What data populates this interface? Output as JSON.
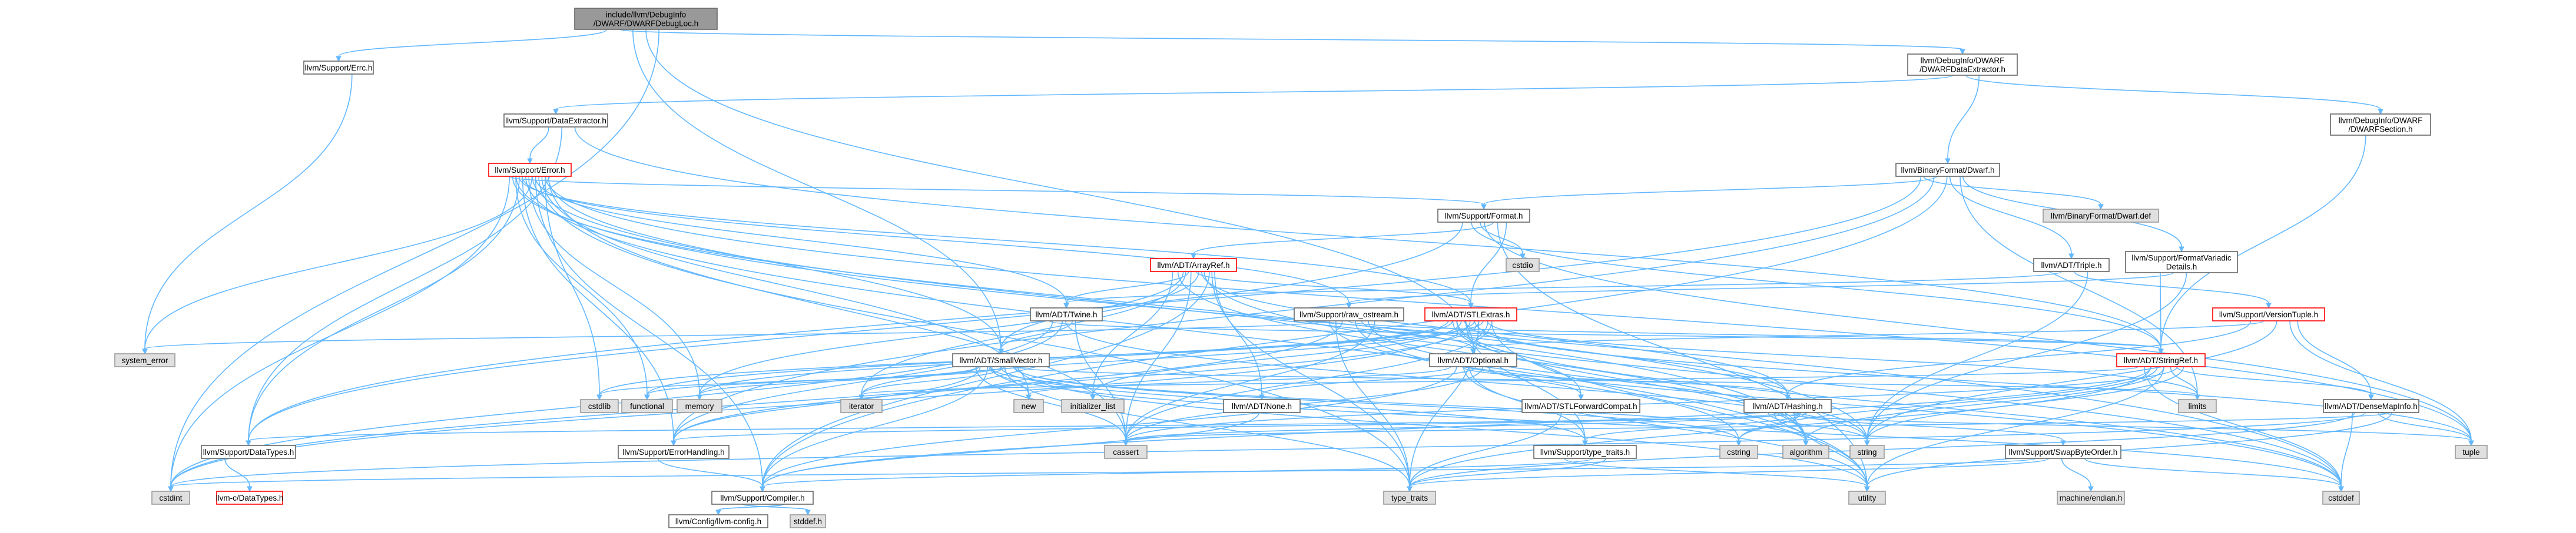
{
  "nodes": {
    "root": [
      "include/llvm/DebugInfo",
      "/DWARF/DWARFDebugLoc.h"
    ],
    "err_h": [
      "llvm/Support/Errc.h"
    ],
    "dwarf_data_extractor": [
      "llvm/DebugInfo/DWARF",
      "/DWARFDataExtractor.h"
    ],
    "data_extractor": [
      "llvm/Support/DataExtractor.h"
    ],
    "dwarf_section": [
      "llvm/DebugInfo/DWARF",
      "/DWARFSection.h"
    ],
    "error_h": [
      "llvm/Support/Error.h"
    ],
    "dwarf_h": [
      "llvm/BinaryFormat/Dwarf.h"
    ],
    "dwarf_def": [
      "llvm/BinaryFormat/Dwarf.def"
    ],
    "format_h": [
      "llvm/Support/Format.h"
    ],
    "cstdio": [
      "cstdio"
    ],
    "arrayref": [
      "llvm/ADT/ArrayRef.h"
    ],
    "triple": [
      "llvm/ADT/Triple.h"
    ],
    "format_variadic": [
      "llvm/Support/FormatVariadic",
      "Details.h"
    ],
    "twine": [
      "llvm/ADT/Twine.h"
    ],
    "raw_ostream": [
      "llvm/Support/raw_ostream.h"
    ],
    "stlextras": [
      "llvm/ADT/STLExtras.h"
    ],
    "version_tuple": [
      "llvm/Support/VersionTuple.h"
    ],
    "system_error": [
      "system_error"
    ],
    "smallvector": [
      "llvm/ADT/SmallVector.h"
    ],
    "optional": [
      "llvm/ADT/Optional.h"
    ],
    "stringref": [
      "llvm/ADT/StringRef.h"
    ],
    "cstdlib": [
      "cstdlib"
    ],
    "functional": [
      "functional"
    ],
    "memory": [
      "memory"
    ],
    "iterator": [
      "iterator"
    ],
    "new": [
      "new"
    ],
    "initializer_list": [
      "initializer_list"
    ],
    "none": [
      "llvm/ADT/None.h"
    ],
    "stlforward": [
      "llvm/ADT/STLForwardCompat.h"
    ],
    "hashing": [
      "llvm/ADT/Hashing.h"
    ],
    "limits": [
      "limits"
    ],
    "densemapinfo": [
      "llvm/ADT/DenseMapInfo.h"
    ],
    "datatypes": [
      "llvm/Support/DataTypes.h"
    ],
    "error_handling": [
      "llvm/Support/ErrorHandling.h"
    ],
    "cassert": [
      "cassert"
    ],
    "cstring": [
      "cstring"
    ],
    "algorithm": [
      "algorithm"
    ],
    "string": [
      "string"
    ],
    "swapbyteorder": [
      "llvm/Support/SwapByteOrder.h"
    ],
    "type_traits_h": [
      "llvm/Support/type_traits.h"
    ],
    "tuple": [
      "tuple"
    ],
    "llvmc_datatypes": [
      "llvm-c/DataTypes.h"
    ],
    "cstdint": [
      "cstdint"
    ],
    "compiler": [
      "llvm/Support/Compiler.h"
    ],
    "type_traits": [
      "type_traits"
    ],
    "utility": [
      "utility"
    ],
    "cstddef": [
      "cstddef"
    ],
    "machine_endian": [
      "machine/endian.h"
    ],
    "llvm_config": [
      "llvm/Config/llvm-config.h"
    ],
    "stddef": [
      "stddef.h"
    ]
  },
  "colors": {
    "edge": "#63b8ff",
    "root_fill": "#999999",
    "external_fill": "#e0e0e0",
    "incomplete_border": "#ff0000",
    "node_border": "#666666"
  }
}
